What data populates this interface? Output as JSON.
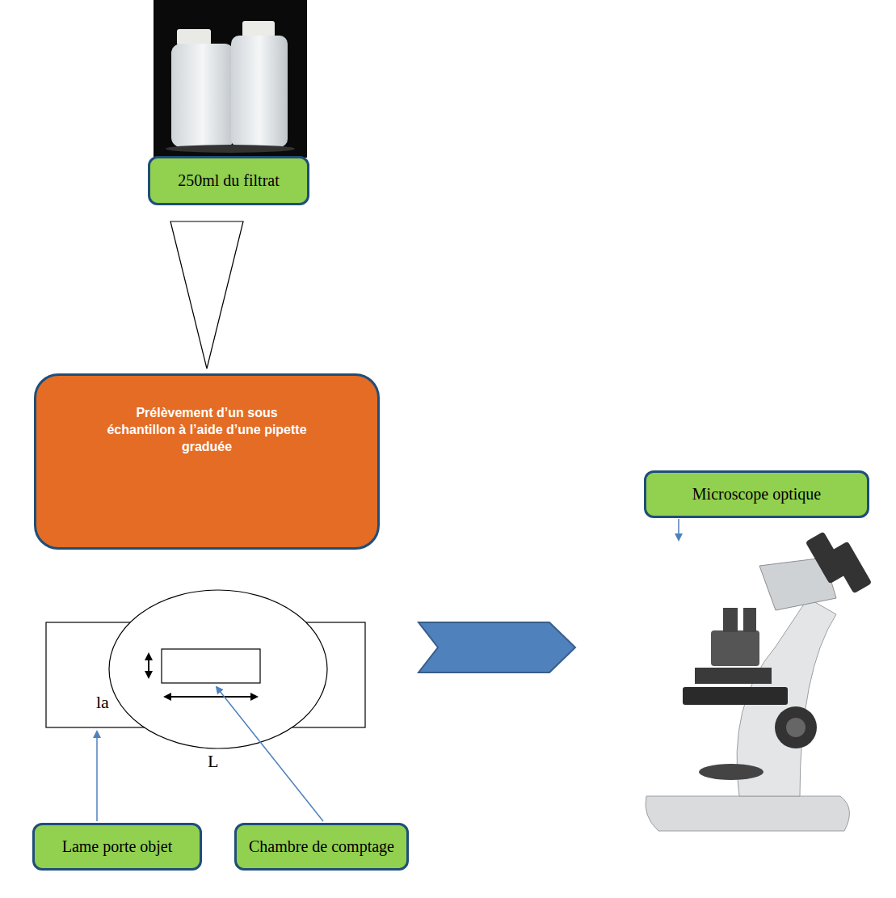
{
  "diagram": {
    "nodes": [
      {
        "text": [
          "250ml du filtrat"
        ]
      },
      {
        "text": [
          "Prélèvement d’un sous échantillon à l’aide d’une pipette graduée"
        ]
      },
      {
        "text": [
          "Microscope optique"
        ]
      },
      {
        "text": [
          "Lame porte objet"
        ]
      },
      {
        "text": [
          "Chambre de comptage"
        ]
      }
    ],
    "edges": [
      {
        "from": 0,
        "to": 1,
        "arrow": "to"
      }
    ],
    "labels": [
      "la",
      "L"
    ]
  }
}
